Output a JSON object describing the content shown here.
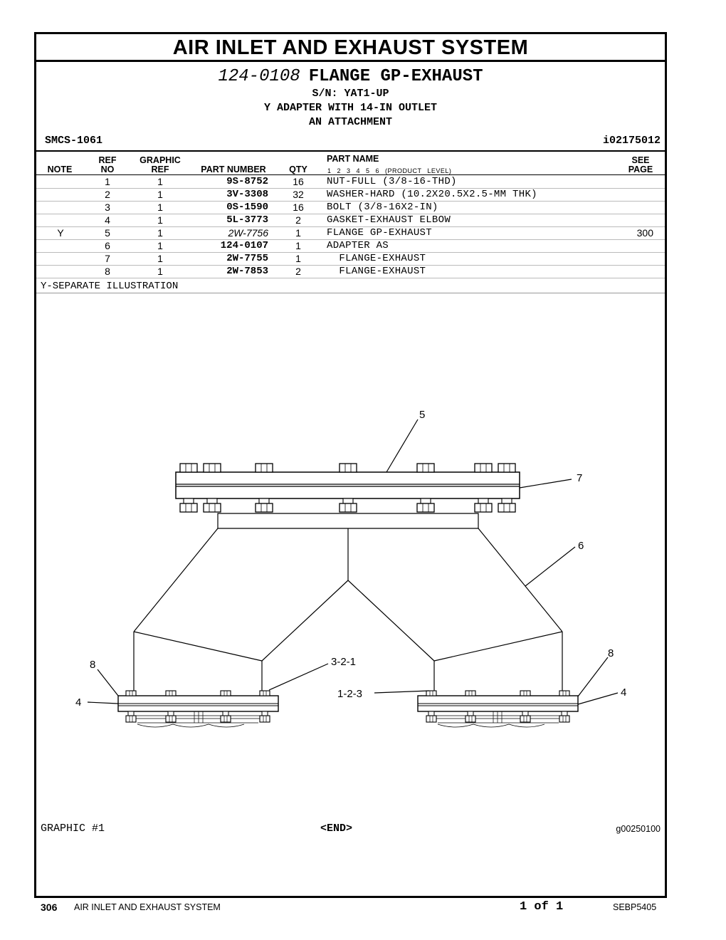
{
  "section_title": "AIR INLET AND EXHAUST SYSTEM",
  "group": {
    "part_number": "124-0108",
    "name": "FLANGE GP-EXHAUST",
    "sn": "S/N: YAT1-UP",
    "line2": "Y ADAPTER WITH 14-IN OUTLET",
    "line3": "AN ATTACHMENT"
  },
  "smcs": "SMCS-1061",
  "info_id": "i02175012",
  "columns": {
    "note": "NOTE",
    "ref_top": "REF",
    "ref_bottom": "NO",
    "gref_top": "GRAPHIC",
    "gref_bottom": "REF",
    "part_number": "PART NUMBER",
    "qty": "QTY",
    "part_name": "PART NAME",
    "levels": "1 2 3 4 5 6 (PRODUCT LEVEL)",
    "see_top": "SEE",
    "see_bottom": "PAGE"
  },
  "rows": [
    {
      "note": "",
      "ref": "1",
      "gref": "1",
      "pn": "9S-8752",
      "qty": "16",
      "name": "NUT-FULL (3/8-16-THD)",
      "see": ""
    },
    {
      "note": "",
      "ref": "2",
      "gref": "1",
      "pn": "3V-3308",
      "qty": "32",
      "name": "WASHER-HARD (10.2X20.5X2.5-MM THK)",
      "see": ""
    },
    {
      "note": "",
      "ref": "3",
      "gref": "1",
      "pn": "0S-1590",
      "qty": "16",
      "name": "BOLT (3/8-16X2-IN)",
      "see": ""
    },
    {
      "note": "",
      "ref": "4",
      "gref": "1",
      "pn": "5L-3773",
      "qty": "2",
      "name": "GASKET-EXHAUST ELBOW",
      "see": ""
    },
    {
      "note": "Y",
      "ref": "5",
      "gref": "1",
      "pn": "2W-7756",
      "qty": "1",
      "name": "FLANGE GP-EXHAUST",
      "see": "300"
    },
    {
      "note": "",
      "ref": "6",
      "gref": "1",
      "pn": "124-0107",
      "qty": "1",
      "name": "ADAPTER AS",
      "see": ""
    },
    {
      "note": "",
      "ref": "7",
      "gref": "1",
      "pn": "2W-7755",
      "qty": "1",
      "name": "  FLANGE-EXHAUST",
      "see": ""
    },
    {
      "note": "",
      "ref": "8",
      "gref": "1",
      "pn": "2W-7853",
      "qty": "2",
      "name": "  FLANGE-EXHAUST",
      "see": ""
    }
  ],
  "note_text": "Y-SEPARATE ILLUSTRATION",
  "callouts": {
    "c5": "5",
    "c7": "7",
    "c6": "6",
    "c8a": "8",
    "c8b": "8",
    "c4a": "4",
    "c4b": "4",
    "c321": "3-2-1",
    "c123": "1-2-3"
  },
  "graphic_label": "GRAPHIC #1",
  "end_label": "<END>",
  "graphic_no": "g00250100",
  "footer": {
    "page": "306",
    "section": "AIR INLET AND EXHAUST SYSTEM",
    "page_of": "1 of 1",
    "doc": "SEBP5405"
  }
}
